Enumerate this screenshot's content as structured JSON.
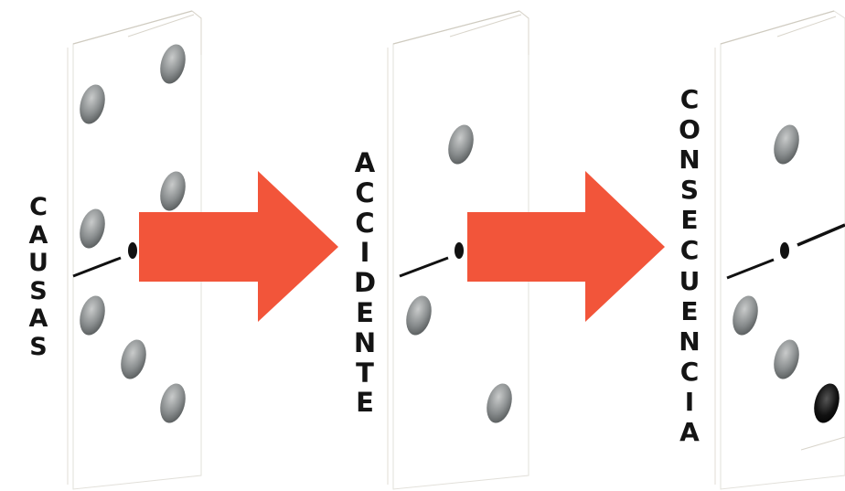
{
  "labels": {
    "causas": "CAUSAS",
    "accidente": "ACCIDENTE",
    "consecuencia": "CONSECUENCIA"
  },
  "colors": {
    "arrow": "#f2553a",
    "pip": "#8a8e8f",
    "text": "#141414",
    "tile_edge": "#d8d6cf"
  },
  "icons": {
    "arrow": "right-arrow-icon",
    "pip": "domino-pip-icon",
    "tile": "domino-tile-icon"
  }
}
